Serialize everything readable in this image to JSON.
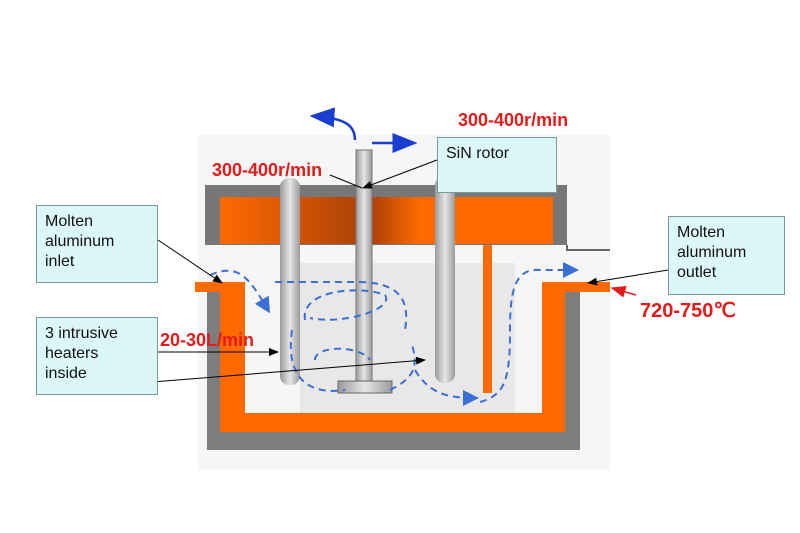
{
  "labels": {
    "rotor": "SiN rotor",
    "inlet": [
      "Molten",
      "aluminum",
      "inlet"
    ],
    "heaters": [
      "3 intrusive",
      "heaters",
      "inside"
    ],
    "outlet": [
      "Molten",
      "aluminum",
      "outlet"
    ]
  },
  "annotations": {
    "speed_top": "300-400r/min",
    "speed_left": "300-400r/min",
    "gas_flow": "20-30L/min",
    "temperature": "720-750℃"
  },
  "colors": {
    "orange": "#ff6a00",
    "gray": "#7a7a7a",
    "flow": "#3b6fd6",
    "label": "#e31b1b",
    "box": "#dcf7f7"
  }
}
